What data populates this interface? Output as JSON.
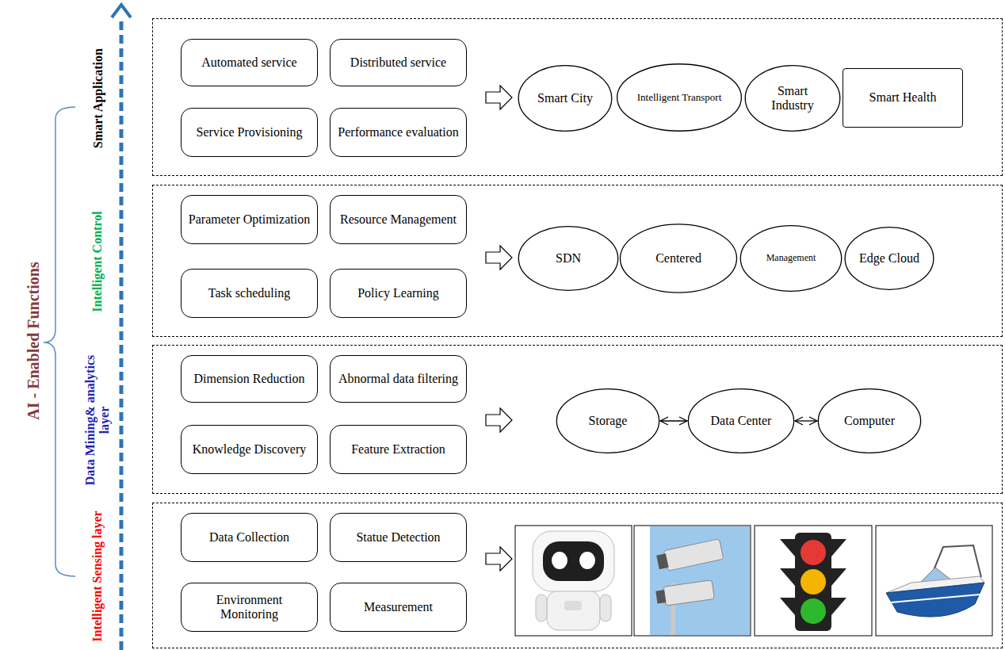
{
  "diagram": {
    "nodes": [
      {
        "text": [
          "Smart Application"
        ]
      },
      {
        "text": [
          "Automated service"
        ],
        "in": 0
      },
      {
        "text": [
          "Distributed service"
        ],
        "in": 0
      },
      {
        "text": [
          "Service Provisioning"
        ],
        "in": 0
      },
      {
        "text": [
          "Performance evaluation"
        ],
        "in": 0
      },
      {
        "text": [
          "Smart City"
        ],
        "in": 0
      },
      {
        "text": [
          "Intelligent Transport"
        ],
        "in": 0
      },
      {
        "text": [
          "Smart Industry"
        ],
        "in": 0
      },
      {
        "text": [
          "Smart Health"
        ],
        "in": 0
      },
      {
        "text": [
          "Intelligent Control"
        ]
      },
      {
        "text": [
          "Parameter Optimization"
        ],
        "in": 9
      },
      {
        "text": [
          "Resource Management"
        ],
        "in": 9
      },
      {
        "text": [
          "Task scheduling"
        ],
        "in": 9
      },
      {
        "text": [
          "Policy Learning"
        ],
        "in": 9
      },
      {
        "text": [
          "SDN"
        ],
        "in": 9
      },
      {
        "text": [
          "Centered"
        ],
        "in": 9
      },
      {
        "text": [
          "Management"
        ],
        "in": 9
      },
      {
        "text": [
          "Edge Cloud"
        ],
        "in": 9
      },
      {
        "text": [
          "Data Mining& analytics layer"
        ]
      },
      {
        "text": [
          "Dimension Reduction"
        ],
        "in": 18
      },
      {
        "text": [
          "Abnormal data filtering"
        ],
        "in": 18
      },
      {
        "text": [
          "Knowledge Discovery"
        ],
        "in": 18
      },
      {
        "text": [
          "Feature Extraction"
        ],
        "in": 18
      },
      {
        "text": [
          "Storage"
        ],
        "in": 18
      },
      {
        "text": [
          "Data Center"
        ],
        "in": 18
      },
      {
        "text": [
          "Computer"
        ],
        "in": 18
      },
      {
        "text": [
          "Intelligent Sensing layer"
        ]
      },
      {
        "text": [
          "Data Collection"
        ],
        "in": 26
      },
      {
        "text": [
          "Statue Detection"
        ],
        "in": 26
      },
      {
        "text": [
          "Environment Monitoring"
        ],
        "in": 26
      },
      {
        "text": [
          "Measurement"
        ],
        "in": 26
      }
    ],
    "edges": [
      {
        "from": 23,
        "to": 24,
        "arrow": "both"
      },
      {
        "from": 24,
        "to": 25,
        "arrow": "both"
      }
    ],
    "labels": [
      "AI - Enabled Functions"
    ]
  }
}
